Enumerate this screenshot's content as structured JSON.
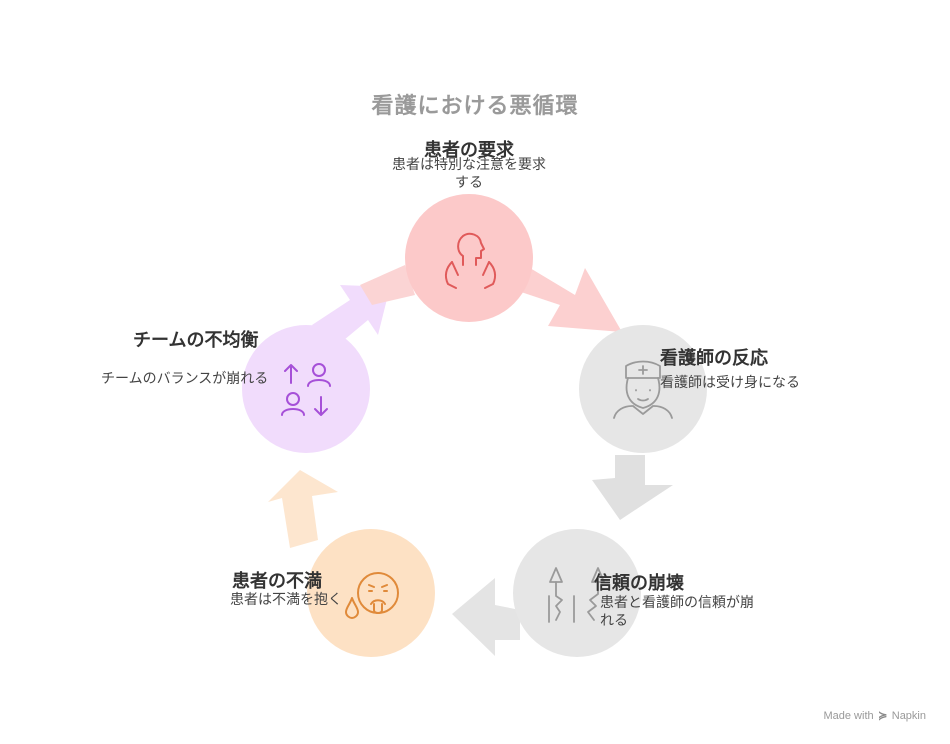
{
  "title": "看護における悪循環",
  "nodes": [
    {
      "id": "patient-demand",
      "title": "患者の要求",
      "description": "患者は特別な注意を要求する",
      "desc_lines": [
        "患者は特別な注意を要求",
        "する"
      ],
      "color": "#fcc9c9",
      "icon": "head-hands-icon",
      "icon_color": "#e05a5a"
    },
    {
      "id": "nurse-response",
      "title": "看護師の反応",
      "description": "看護師は受け身になる",
      "desc_lines": [
        "看護師は受け身になる"
      ],
      "color": "#e6e6e6",
      "icon": "nurse-icon",
      "icon_color": "#9a9a9a"
    },
    {
      "id": "trust-collapse",
      "title": "信頼の崩壊",
      "description": "患者と看護師の信頼が崩れる",
      "desc_lines": [
        "患者と看護師の信頼が崩",
        "れる"
      ],
      "color": "#e6e6e6",
      "icon": "broken-pillars-icon",
      "icon_color": "#9a9a9a"
    },
    {
      "id": "patient-dissatisfaction",
      "title": "患者の不満",
      "description": "患者は不満を抱く",
      "desc_lines": [
        "患者は不満を抱く"
      ],
      "color": "#fde1c4",
      "icon": "upset-face-icon",
      "icon_color": "#e08a3a"
    },
    {
      "id": "team-imbalance",
      "title": "チームの不均衡",
      "description": "チームのバランスが崩れる",
      "desc_lines": [
        "チームのバランスが崩れる"
      ],
      "color": "#f1dcfc",
      "icon": "people-swap-icon",
      "icon_color": "#a650d8"
    }
  ],
  "credit": {
    "text": "Made with",
    "brand": "Napkin"
  }
}
